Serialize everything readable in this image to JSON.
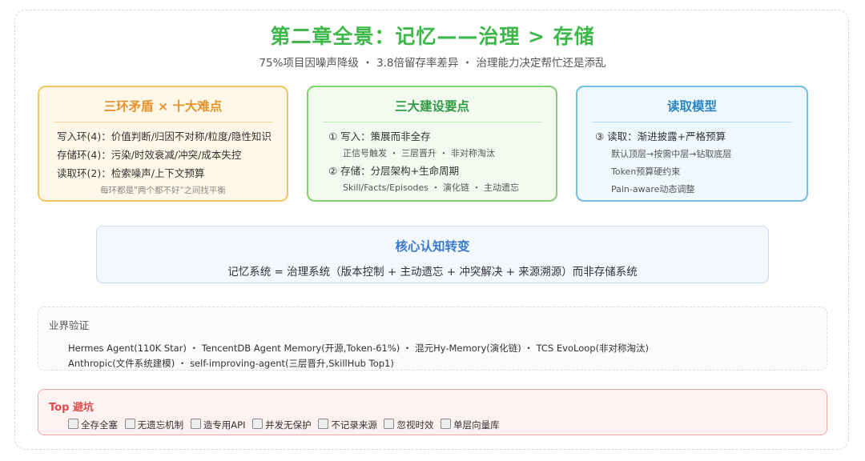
{
  "header": {
    "title": "第二章全景：记忆——治理 > 存储",
    "subtitle": "75%项目因噪声降级 ・ 3.8倍留存率差异 ・ 治理能力决定帮忙还是添乱"
  },
  "colors": {
    "title_green": "#3eb84a",
    "card1_accent": "#e8902a",
    "card2_accent": "#2f9c41",
    "card3_accent": "#2f86c2",
    "core_accent": "#3c7ad0",
    "pitfall_accent": "#e04a4a"
  },
  "card1": {
    "title": "三环矛盾 × 十大难点",
    "lines": [
      "写入环(4)：价值判断/归因不对称/粒度/隐性知识",
      "存储环(4)：污染/时效衰减/冲突/成本失控",
      "读取环(2)：检索噪声/上下文预算"
    ],
    "note": "每环都是\"两个都不好\"之间找平衡"
  },
  "card2": {
    "title": "三大建设要点",
    "item1": "① 写入：策展而非全存",
    "item1_sub": "正信号触发 ・ 三层晋升 ・ 非对称淘汰",
    "item2": "② 存储：分层架构+生命周期",
    "item2_sub": "Skill/Facts/Episodes ・ 演化链 ・ 主动遗忘"
  },
  "card3": {
    "title": "读取模型",
    "item1": "③ 读取：渐进披露+严格预算",
    "subs": [
      "默认顶层→按需中层→钻取底层",
      "Token预算硬约束",
      "Pain-aware动态调整"
    ]
  },
  "core": {
    "title": "核心认知转变",
    "text": "记忆系统 = 治理系统（版本控制 + 主动遗忘 + 冲突解决 + 来源溯源）而非存储系统"
  },
  "verify": {
    "title": "业界验证",
    "line1": "Hermes Agent(110K Star) ・ TencentDB Agent Memory(开源,Token-61%) ・ 混元Hy-Memory(演化链) ・ TCS EvoLoop(非对称淘汰)",
    "line2": "Anthropic(文件系统建模) ・ self-improving-agent(三层晋升,SkillHub Top1)"
  },
  "pitfall": {
    "title": "Top 避坑",
    "items": [
      "全存全塞",
      "无遗忘机制",
      "造专用API",
      "并发无保护",
      "不记录来源",
      "忽视时效",
      "单层向量库"
    ]
  }
}
